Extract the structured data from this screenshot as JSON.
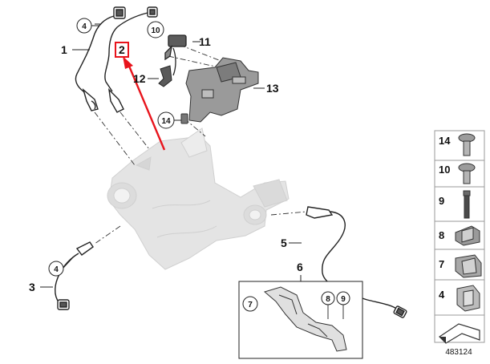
{
  "callouts": {
    "c1": "1",
    "c2": "2",
    "c3": "3",
    "c4a": "4",
    "c4b": "4",
    "c5": "5",
    "c6": "6",
    "c7": "7",
    "c8": "8",
    "c9": "9",
    "c10": "10",
    "c11": "11",
    "c12": "12",
    "c13": "13",
    "c14": "14"
  },
  "legend": [
    "14",
    "10",
    "9",
    "8",
    "7",
    "4"
  ],
  "doc_id": "483124",
  "colors": {
    "highlight": "#e8141c",
    "part_fill": "#e2e2e2",
    "line": "#222222"
  }
}
